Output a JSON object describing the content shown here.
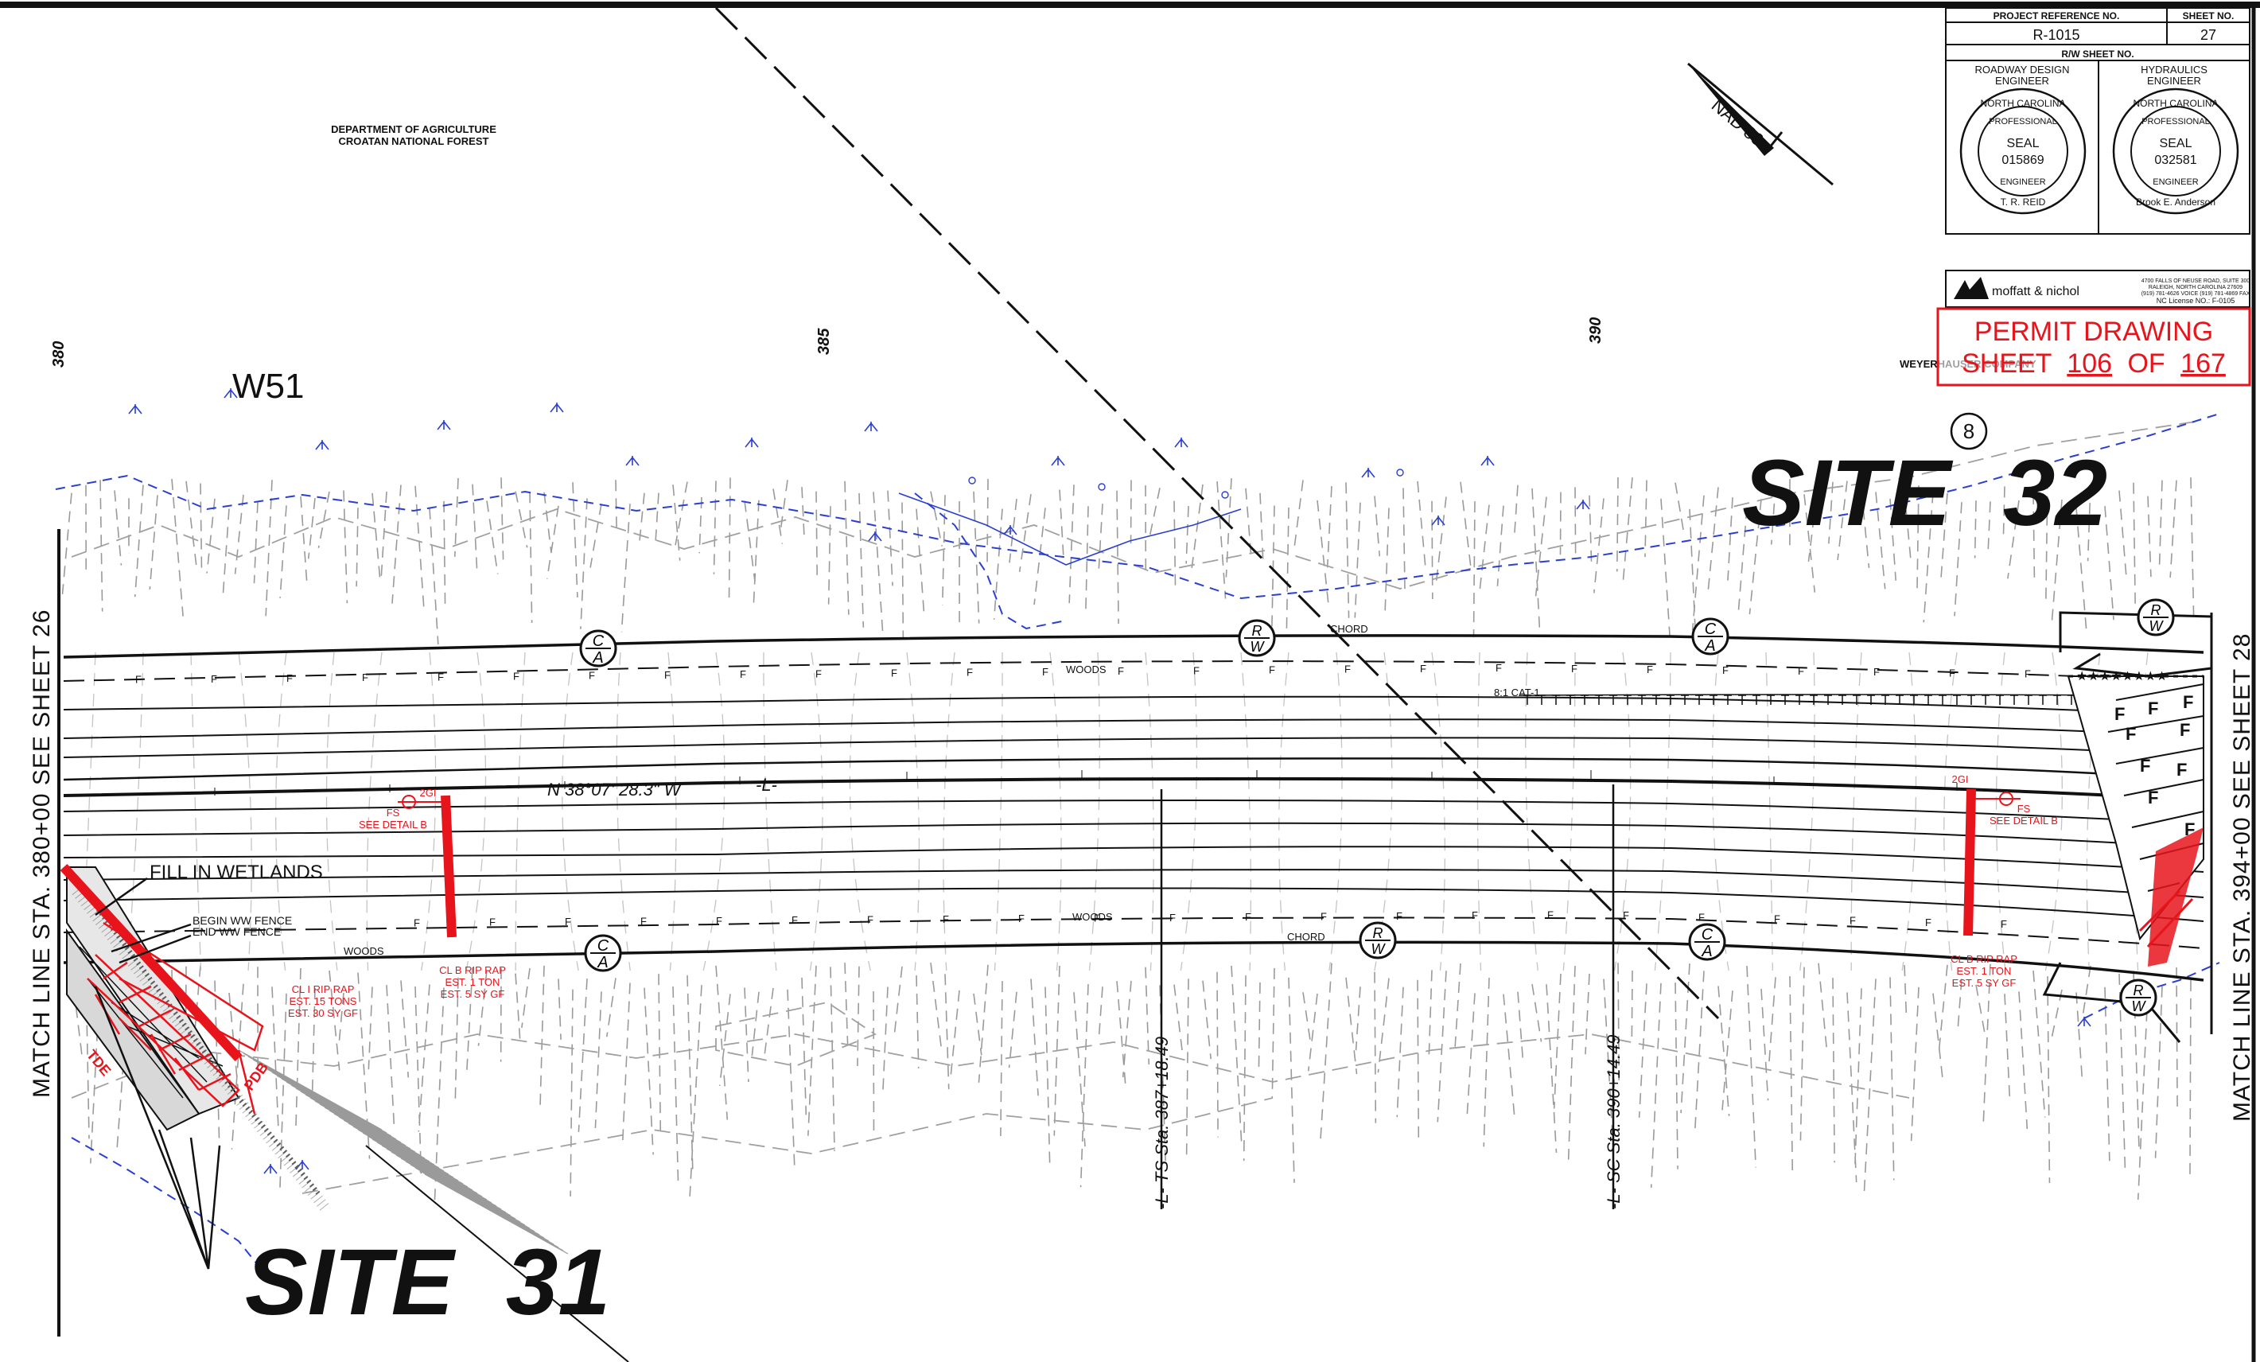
{
  "title_block": {
    "project_reference_label": "PROJECT REFERENCE NO.",
    "project_reference": "R-1015",
    "sheet_no_label": "SHEET NO.",
    "sheet_no": "27",
    "rw_sheet_label": "R/W SHEET NO.",
    "roadway_label_1": "ROADWAY DESIGN",
    "roadway_label_2": "ENGINEER",
    "hydraulics_label_1": "HYDRAULICS",
    "hydraulics_label_2": "ENGINEER",
    "seal1": {
      "top": "NORTH CAROLINA",
      "prof": "PROFESSIONAL",
      "seal": "SEAL",
      "number": "015869",
      "eng": "ENGINEER",
      "name": "T. R. REID"
    },
    "seal2": {
      "top": "NORTH CAROLINA",
      "prof": "PROFESSIONAL",
      "seal": "SEAL",
      "number": "032581",
      "eng": "ENGINEER",
      "name": "Brook E. Anderson"
    },
    "firm_name": "moffatt & nichol",
    "firm_addr_1": "4700 FALLS OF NEUSE ROAD, SUITE 300",
    "firm_addr_2": "RALEIGH, NORTH CAROLINA 27609",
    "firm_addr_3": "(919) 781-4626 VOICE   (919) 781-4869 FAX",
    "firm_addr_4": "NC License  NO.: F-0105"
  },
  "permit": {
    "line1": "PERMIT DRAWING",
    "sheet_word": "SHEET",
    "sheet_num": "106",
    "of_word": "OF",
    "total": "167"
  },
  "north_arrow": "NAD 83",
  "owners": {
    "usda_1": "DEPARTMENT OF AGRICULTURE",
    "usda_2": "CROATAN NATIONAL FOREST",
    "weyerhauser": "WEYERHAUSER COMPANY"
  },
  "sites": {
    "site32": "SITE  32",
    "site31": "SITE  31",
    "site_number": "8"
  },
  "wetland_id": "W51",
  "stations": {
    "s380": "380",
    "s385": "385",
    "s390": "390"
  },
  "match_lines": {
    "left": "MATCH  LINE  STA. 380+00  SEE  SHEET  26",
    "right": "MATCH  LINE  STA. 394+00  SEE  SHEET  28"
  },
  "curve_points": {
    "ts": "-L-  TS  Sta. 387+18.49",
    "sc": "-L-  SC  Sta. 390+14.49"
  },
  "alignment": {
    "bearing": "N 38°07' 28.3\" W",
    "label": "-L-"
  },
  "labels": {
    "chord": "CHORD",
    "woods": "WOODS",
    "cat1": "8:1 CAT-1",
    "fill_in_wetlands": "FILL IN WETLANDS",
    "begin_fence": "BEGIN  WW  FENCE",
    "end_fence": "END  WW  FENCE",
    "tde": "TDE",
    "pdb": "PDB",
    "fence_f": "F",
    "ca_top": "C",
    "ca_bottom": "A",
    "rw_top": "R",
    "rw_bottom": "W"
  },
  "callouts": {
    "left_2gi": "2GI",
    "left_fs": "FS",
    "left_detail": "SEE DETAIL B",
    "left_riprap_1": "CL B RIP RAP",
    "left_riprap_2": "EST. 1 TON",
    "left_riprap_3": "EST. 5 SY GF",
    "right_2gi": "2GI",
    "right_fs": "FS",
    "right_detail": "SEE DETAIL B",
    "right_riprap_1": "CL B RIP RAP",
    "right_riprap_2": "EST. 1 TON",
    "right_riprap_3": "EST. 5 SY GF",
    "wet_riprap_1": "CL I RIP RAP",
    "wet_riprap_2": "EST. 15 TONS",
    "wet_riprap_3": "EST. 30 SY GF"
  },
  "colors": {
    "ink": "#111111",
    "red": "#e8141c",
    "blue": "#2a3fd0",
    "grey": "#8a8a8a"
  }
}
